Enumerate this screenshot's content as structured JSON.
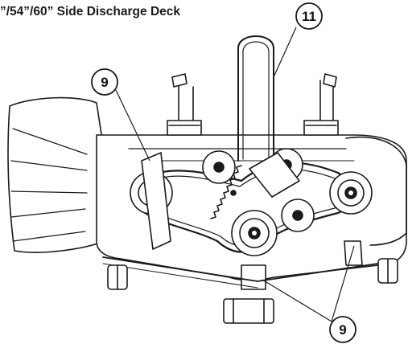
{
  "title": "”/54”/60” Side Discharge Deck",
  "callouts": [
    {
      "id": "callout-11",
      "label": "11"
    },
    {
      "id": "callout-9-top",
      "label": "9"
    },
    {
      "id": "callout-9-bottom",
      "label": "9"
    }
  ],
  "colors": {
    "line": "#1a1a1a",
    "deck_fill": "#ffffff",
    "shading": "#d9d9d9"
  }
}
